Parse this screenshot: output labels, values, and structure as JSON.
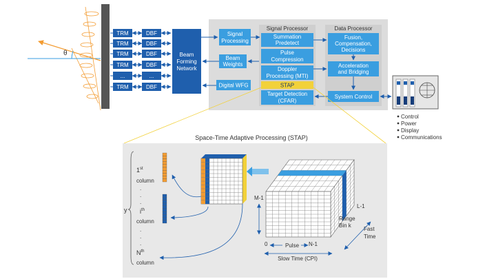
{
  "antenna": {
    "angle_label": "θ",
    "trm_label": "TRM",
    "dbf_label": "DBF",
    "ellipsis": "...",
    "rows": [
      "trm",
      "trm",
      "trm",
      "trm",
      "ellipsis",
      "trm"
    ]
  },
  "beam_forming": {
    "line1": "Beam",
    "line2": "Forming",
    "line3": "Network"
  },
  "middle_column": {
    "signal_processing": {
      "line1": "Signal",
      "line2": "Processing"
    },
    "beam_weights": {
      "line1": "Beam",
      "line2": "Weights"
    },
    "digital_wfg": "Digital WFG"
  },
  "signal_processor": {
    "title": "Signal Processor",
    "summation": {
      "line1": "Summation",
      "line2": "Predetect"
    },
    "pulse_compression": {
      "line1": "Pulse",
      "line2": "Compression"
    },
    "doppler": {
      "line1": "Doppler",
      "line2": "Processing (MTI)"
    },
    "stap": "STAP",
    "target_detection": {
      "line1": "Target Detection",
      "line2": "(CFAR)"
    }
  },
  "data_processor": {
    "title": "Data Processor",
    "fusion": {
      "line1": "Fusion,",
      "line2": "Compensation,",
      "line3": "Decisions"
    },
    "acceleration": {
      "line1": "Acceleration",
      "line2": "and Bridging"
    },
    "system_control": "System Control"
  },
  "system_interfaces": [
    "Control",
    "Power",
    "Display",
    "Communications"
  ],
  "stap_detail": {
    "title": "Space-Time Adaptive Processing (STAP)",
    "cube_labels": {
      "m_minus_1": "M-1",
      "l_minus_1": "L-1",
      "zero": "0",
      "n_minus_1": "N-1",
      "pulse": "Pulse",
      "slow_time": "Slow Time (CPI)",
      "range_bin_line1": "Range",
      "range_bin_line2": "Bin k",
      "fast_time_line1": "Fast",
      "fast_time_line2": "Time"
    },
    "vector_labels": {
      "y": "y",
      "first": "1",
      "first_sup": "st",
      "ith": "i",
      "ith_sup": "th",
      "nth": "N",
      "nth_sup": "th",
      "column": "column",
      "dot": "."
    }
  },
  "colors": {
    "dark_blue": "#1f5fad",
    "light_blue": "#3a9ee0",
    "yellow": "#f2d13a",
    "orange": "#f39c32",
    "panel_gray": "#dcdcdc",
    "inner_gray": "#cfcfcf",
    "navy": "#163d7a",
    "antenna": "#555555"
  }
}
